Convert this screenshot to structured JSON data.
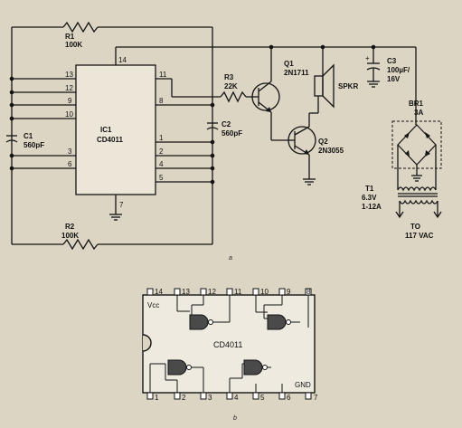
{
  "oscillator": {
    "r1_name": "R1",
    "r1_value": "100K",
    "r2_name": "R2",
    "r2_value": "100K",
    "ic_name": "IC1",
    "ic_part": "CD4011",
    "c1_name": "C1",
    "c1_value": "560pF",
    "c2_name": "C2",
    "c2_value": "560pF",
    "pins": {
      "p14": "14",
      "p13": "13",
      "p12": "12",
      "p9": "9",
      "p10": "10",
      "p3": "3",
      "p6": "6",
      "p11": "11",
      "p8": "8",
      "p1": "1",
      "p2": "2",
      "p4": "4",
      "p5": "5",
      "p7": "7"
    }
  },
  "output": {
    "r3_name": "R3",
    "r3_value": "22K",
    "q1_name": "Q1",
    "q1_part": "2N1711",
    "q2_name": "Q2",
    "q2_part": "2N3055",
    "spkr_name": "SPKR"
  },
  "power": {
    "c3_polarity": "+",
    "c3_name": "C3",
    "c3_value": "100µF/",
    "c3_voltage": "16V",
    "br1_name": "BR1",
    "br1_value": "3A",
    "t1_name": "T1",
    "t1_voltage": "6.3V",
    "t1_current": "1-12A",
    "mains_to": "TO",
    "mains_voltage": "117 VAC"
  },
  "pinout": {
    "top": [
      "14",
      "13",
      "12",
      "11",
      "10",
      "9",
      "8"
    ],
    "bottom": [
      "1",
      "2",
      "3",
      "4",
      "5",
      "6",
      "7"
    ],
    "vcc": "Vcc",
    "gnd": "GND",
    "part": "CD4011"
  },
  "captions": {
    "a": "a",
    "b": "b"
  }
}
